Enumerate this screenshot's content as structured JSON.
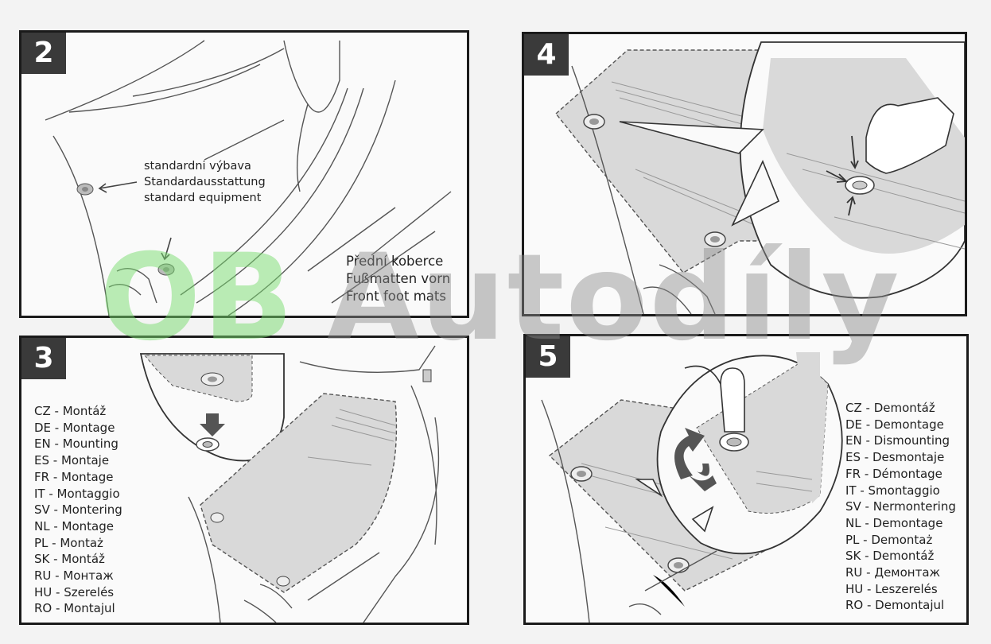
{
  "panels": {
    "p2": {
      "number": "2",
      "label_lines": [
        "standardni výbava",
        "Standardausstattung",
        "standard equipment"
      ],
      "title_lines": [
        "Přední koberce",
        "Fußmatten vorn",
        "Front foot mats"
      ]
    },
    "p3": {
      "number": "3",
      "langs": [
        "CZ - Montáž",
        "DE - Montage",
        "EN - Mounting",
        "ES - Montaje",
        "FR - Montage",
        "IT - Montaggio",
        "SV - Montering",
        "NL - Montage",
        "PL - Montaż",
        "SK - Montáž",
        "RU - Монтаж",
        "HU - Szerelés",
        "RO - Montajul"
      ]
    },
    "p4": {
      "number": "4"
    },
    "p5": {
      "number": "5",
      "langs": [
        "CZ - Demontáž",
        "DE - Demontage",
        "EN - Dismounting",
        "ES - Desmontaje",
        "FR - Démontage",
        "IT - Smontaggio",
        "SV - Nermontering",
        "NL - Demontage",
        "PL - Demontaż",
        "SK - Demontáž",
        "RU - Демонтаж",
        "HU - Leszerelés",
        "RO - Demontajul"
      ]
    }
  },
  "watermark": {
    "part1": "OB",
    "part2": "Autodíly"
  },
  "colors": {
    "badge": "#3a3a3a",
    "border": "#1a1a1a",
    "mat": "#d9d9d9",
    "watermark_green": "#78dc6e"
  }
}
